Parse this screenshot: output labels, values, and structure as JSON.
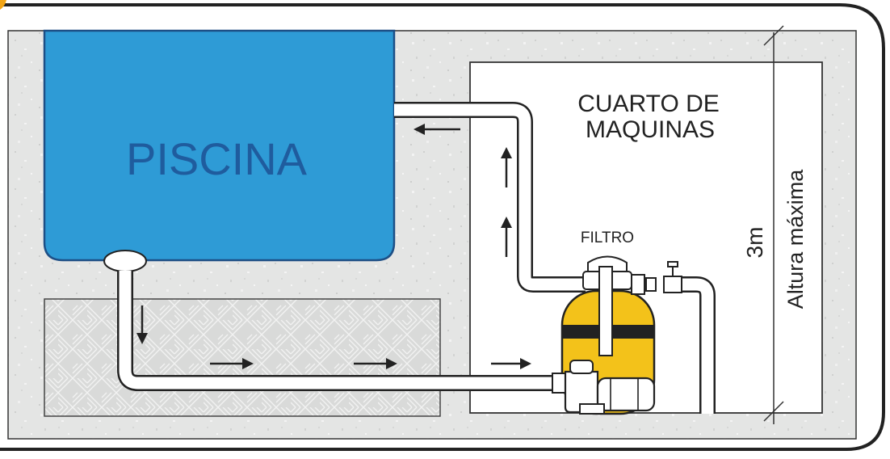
{
  "labels": {
    "pool": "PISCINA",
    "machine_room_line1": "CUARTO DE",
    "machine_room_line2": "MAQUINAS",
    "filter": "FILTRO",
    "height_value": "3m",
    "height_caption": "Altura máxima"
  },
  "colors": {
    "pool_fill": "#2e9bd6",
    "pool_stroke": "#1d4f86",
    "pool_text": "#1f5c9e",
    "outline": "#222222",
    "ground_fill": "#e6e7e6",
    "room_fill": "#ffffff",
    "filter_tank": "#f3c21a",
    "accent": "#f2a516"
  },
  "icons": [
    "arrow-left-icon",
    "arrow-up-icon",
    "arrow-down-icon",
    "arrow-right-icon",
    "valve-icon",
    "pump-icon"
  ]
}
